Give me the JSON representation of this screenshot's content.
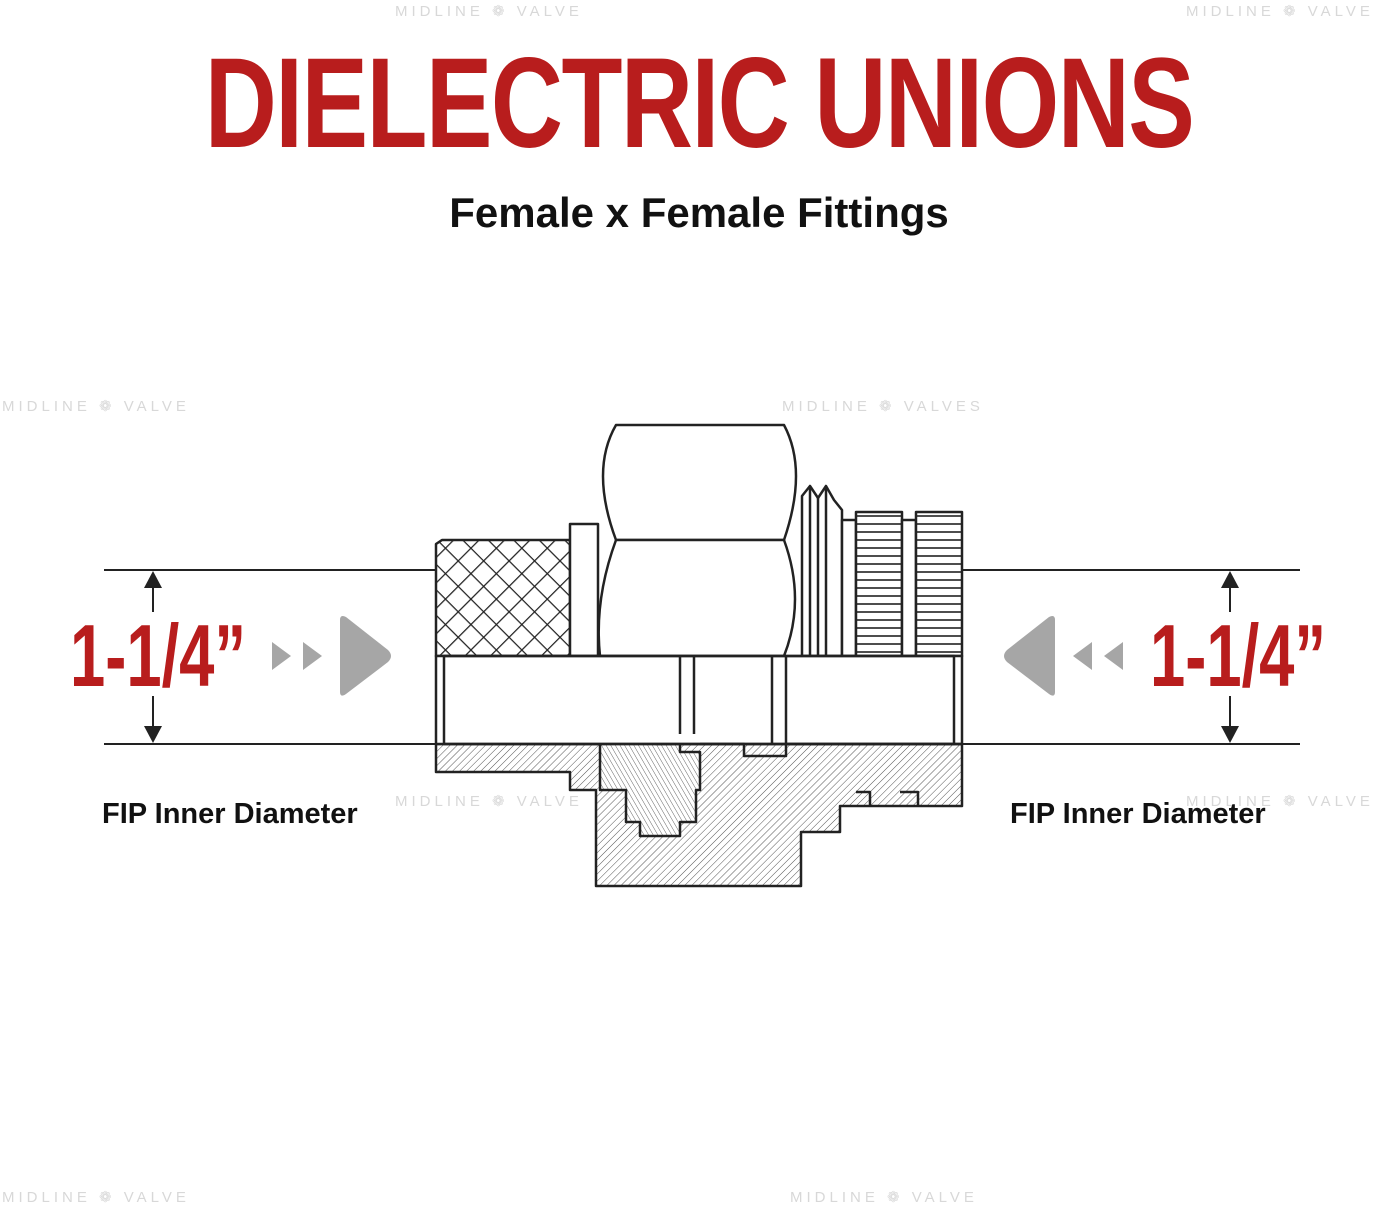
{
  "title": "DIELECTRIC UNIONS",
  "subtitle": "Female x Female Fittings",
  "left_dimension": {
    "value": "1-1/4”",
    "caption": "FIP Inner Diameter"
  },
  "right_dimension": {
    "value": "1-1/4”",
    "caption": "FIP Inner Diameter"
  },
  "watermarks": [
    "MIDLINE ❁ VALVE",
    "MIDLINE ❁ VALVE",
    "MIDLINE ❁ VALVE",
    "MIDLINE ❁ VALVES",
    "MIDLINE ❁ VALVE",
    "MIDLINE ❁ VALVE",
    "MIDLINE ❁ VALVE",
    "MIDLINE ❁ VALVE"
  ],
  "colors": {
    "accent": "#b81d1d",
    "text": "#111111",
    "arrow_gray": "#a6a6a6",
    "line": "#222222"
  }
}
